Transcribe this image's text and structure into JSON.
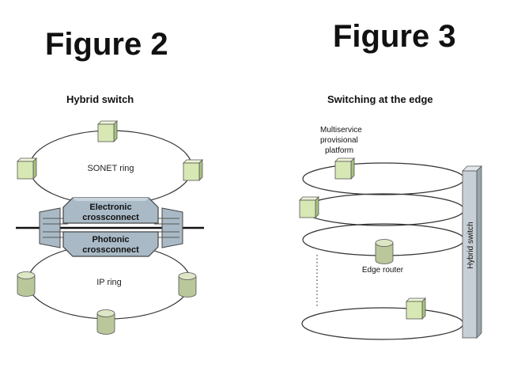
{
  "figure2": {
    "title": "Figure 2",
    "subtitle": "Hybrid switch",
    "sonet_ring": "SONET ring",
    "ip_ring": "IP ring",
    "electronic_1": "Electronic",
    "electronic_2": "crossconnect",
    "photonic_1": "Photonic",
    "photonic_2": "crossconnect"
  },
  "figure3": {
    "title": "Figure 3",
    "subtitle": "Switching at the edge",
    "msp_1": "Multiservice",
    "msp_2": "provisional",
    "msp_3": "platform",
    "edge_router": "Edge router",
    "hybrid_switch": "Hybrid switch"
  },
  "colors": {
    "cube_face": "#d7e8b4",
    "cube_top": "#eef5d8",
    "cube_side": "#a9c27e",
    "cylinder": "#b9c79a",
    "crossconnect": "#a9bac6",
    "crossconnect_dark": "#7d8f9c",
    "switch_bar": "#c7d0d6"
  }
}
